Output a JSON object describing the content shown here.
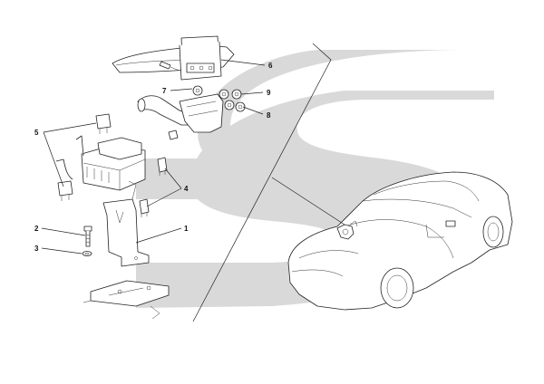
{
  "callouts": {
    "c1": "1",
    "c2": "2",
    "c3": "3",
    "c4": "4",
    "c5": "5",
    "c6": "6",
    "c7": "7",
    "c8": "8",
    "c9": "9"
  },
  "colors": {
    "background": "#ffffff",
    "watermark": "#d9d9d9",
    "line": "#222222"
  },
  "icons": {
    "watermark": "stylized-s-logo-icon",
    "vehicle": "sports-car-icon"
  }
}
